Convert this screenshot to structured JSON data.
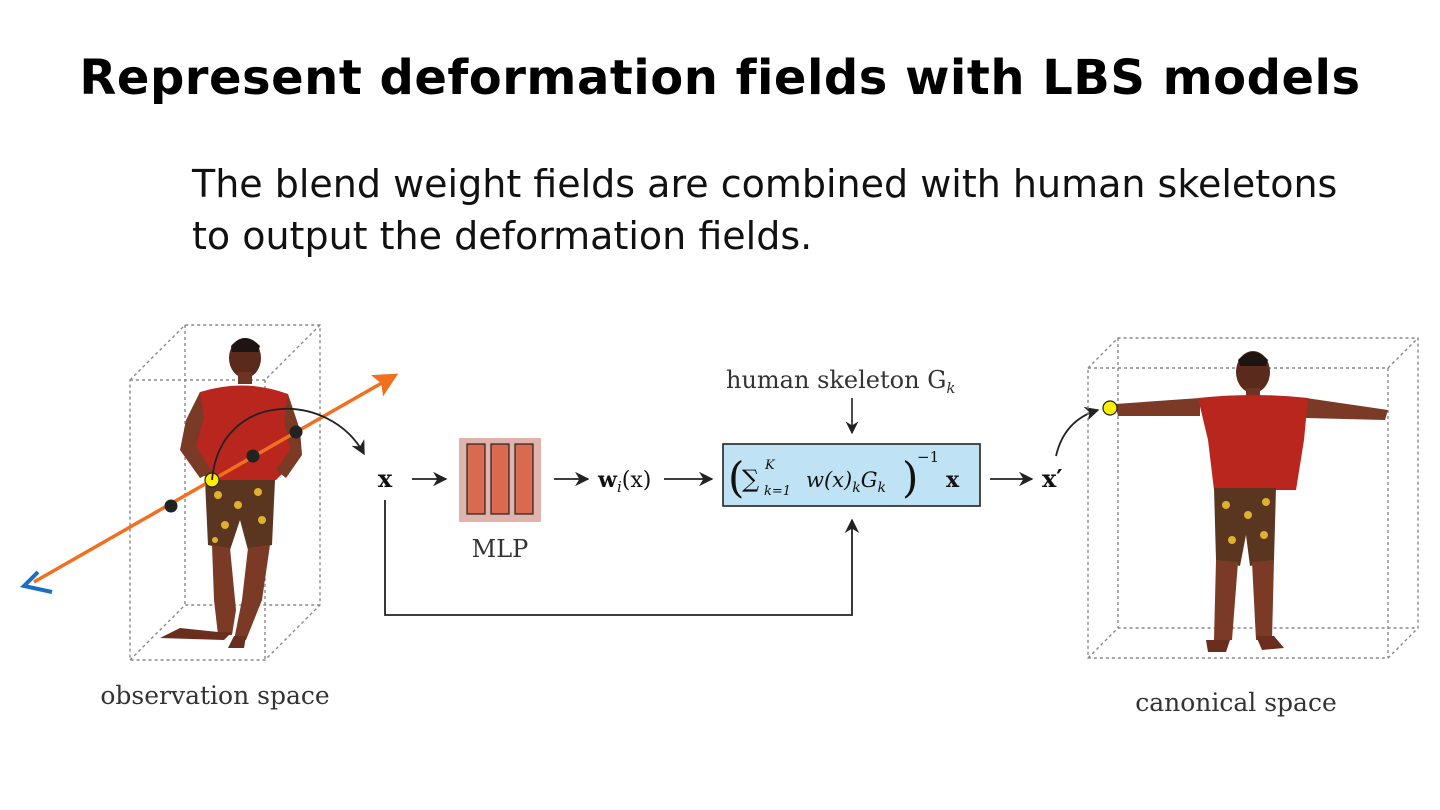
{
  "slide": {
    "title": "Represent deformation fields with LBS models",
    "subtitle_line1": "The blend weight fields are combined with human skeletons",
    "subtitle_line2": "to output the deformation fields."
  },
  "diagram": {
    "input_label": "x",
    "mlp_label": "MLP",
    "weights_label_main": "w",
    "weights_label_sub": "i",
    "weights_label_arg": "(x)",
    "skeleton_label": "human skeleton G",
    "skeleton_label_sub": "k",
    "formula_sum": "∑",
    "formula_sup": "K",
    "formula_sub": "k=1",
    "formula_body": "w(x)",
    "formula_body_sub": "k",
    "formula_g": "G",
    "formula_g_sub": "k",
    "formula_exp": "−1",
    "formula_x": "x",
    "output_label": "x′",
    "observation_caption": "observation space",
    "canonical_caption": "canonical space"
  },
  "colors": {
    "ray": "#f07020",
    "camera": "#1a6fc4",
    "mlp_bg": "#e0b4ac",
    "mlp_bar": "#d9694f",
    "formula_bg": "#bfe3f5",
    "sample_point": "#ffee00",
    "shirt": "#b8261e",
    "skin": "#7a3a25"
  }
}
